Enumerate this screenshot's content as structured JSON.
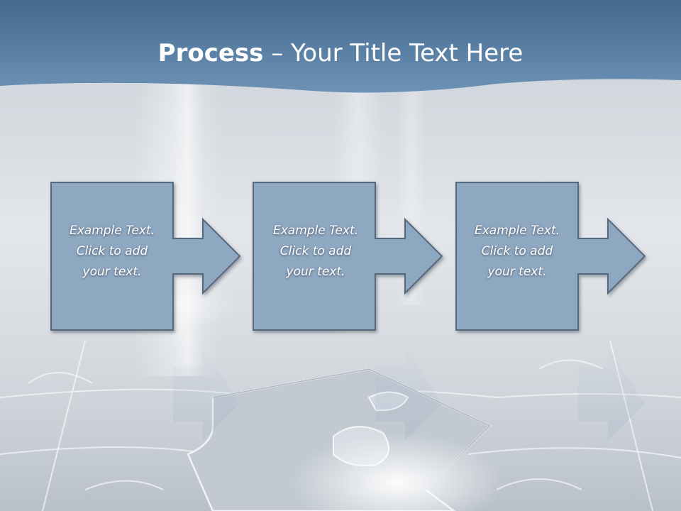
{
  "title": {
    "bold": "Process",
    "separator": " – ",
    "rest": "Your Title Text Here"
  },
  "steps": [
    {
      "lines": [
        "Example Text.",
        "Click  to add",
        "your text."
      ]
    },
    {
      "lines": [
        "Example Text.",
        "Click  to add",
        "your text."
      ]
    },
    {
      "lines": [
        "Example Text.",
        "Click  to add",
        "your text."
      ]
    }
  ],
  "colors": {
    "header": "#4f7aa3",
    "shape_fill": "#8fa8c2",
    "shape_stroke": "#56677c",
    "background": "#dde1e6"
  }
}
